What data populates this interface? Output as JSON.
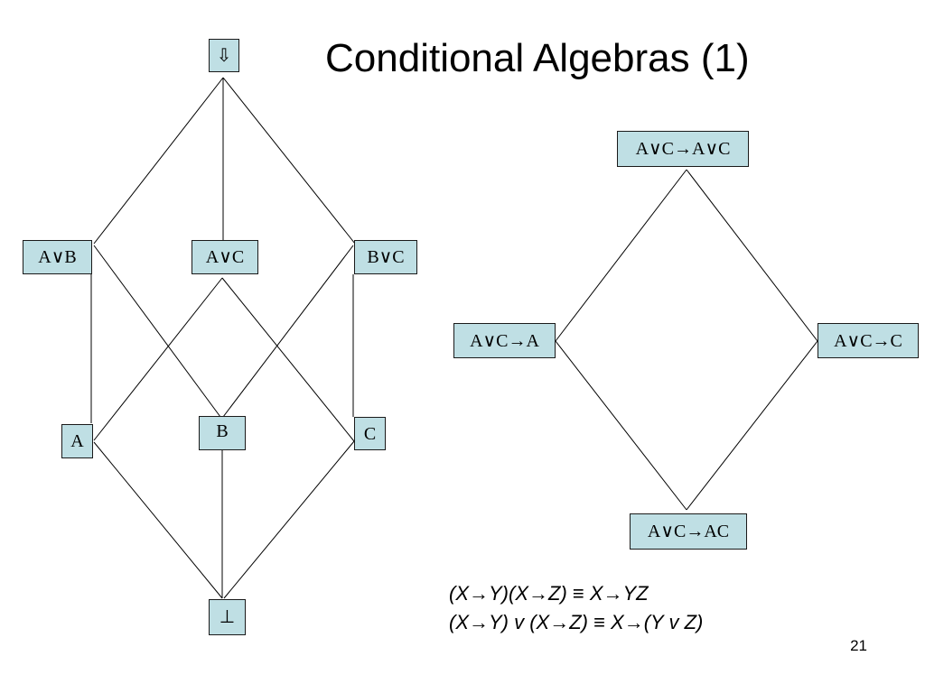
{
  "title": "Conditional Algebras (1)",
  "page_number": "21",
  "node_fill": "#bfdfe4",
  "left_lattice": {
    "nodes": {
      "top": "⇩",
      "a_or_b": "A∨B",
      "a_or_c": "A∨C",
      "b_or_c": "B∨C",
      "a": "A",
      "b": "B",
      "c": "C",
      "bottom": "⊥"
    },
    "edges": [
      [
        "top",
        "a_or_b"
      ],
      [
        "top",
        "a_or_c"
      ],
      [
        "top",
        "b_or_c"
      ],
      [
        "a_or_b",
        "a"
      ],
      [
        "a_or_b",
        "b"
      ],
      [
        "a_or_c",
        "a"
      ],
      [
        "a_or_c",
        "c"
      ],
      [
        "b_or_c",
        "b"
      ],
      [
        "b_or_c",
        "c"
      ],
      [
        "a",
        "bottom"
      ],
      [
        "b",
        "bottom"
      ],
      [
        "c",
        "bottom"
      ]
    ]
  },
  "right_lattice": {
    "nodes": {
      "top": "A∨C→A∨C",
      "left": "A∨C→A",
      "right": "A∨C→C",
      "bottom": "A∨C→AC"
    },
    "edges": [
      [
        "top",
        "left"
      ],
      [
        "top",
        "right"
      ],
      [
        "left",
        "bottom"
      ],
      [
        "right",
        "bottom"
      ]
    ]
  },
  "formulas": [
    "(X→Y)(X→Z) ≡ X→YZ",
    "(X→Y) v (X→Z) ≡ X→(Y v Z)"
  ]
}
